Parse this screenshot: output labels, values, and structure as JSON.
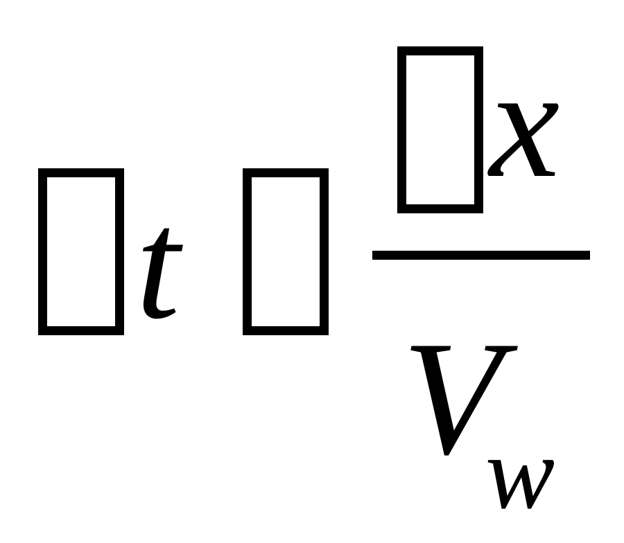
{
  "equation": {
    "lhs_symbol": "t",
    "numerator_symbol": "x",
    "denominator_symbol": "V",
    "denominator_subscript": "w",
    "missing_glyph_count": 3,
    "ink_color": "#000000",
    "background_color": "#ffffff"
  }
}
